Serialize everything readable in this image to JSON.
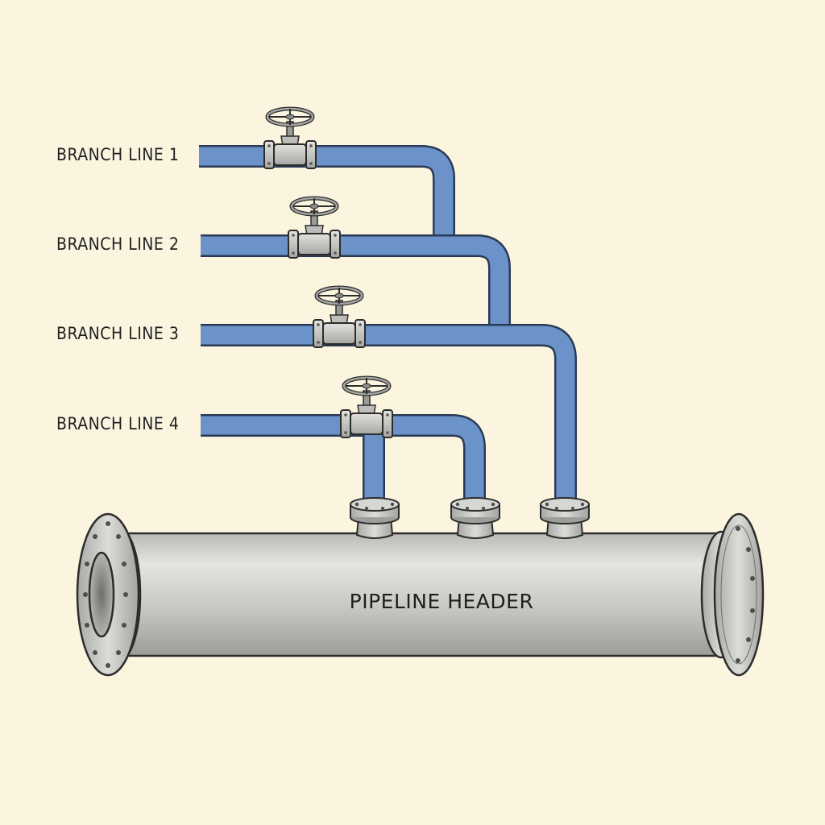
{
  "labels": {
    "branch_1": "BRANCH LINE 1",
    "branch_2": "BRANCH LINE 2",
    "branch_3": "BRANCH LINE 3",
    "branch_4": "BRANCH LINE 4",
    "header": "PIPELINE HEADER"
  },
  "colors": {
    "background": "#fbf5e0",
    "pipe_fill": "#6b93c9",
    "pipe_outline": "#2a3a55",
    "metal_fill": "#c9c9c6",
    "metal_dark": "#8f8f8c",
    "outline": "#2c2c2c"
  },
  "icons": {
    "valve": "gate-valve-icon",
    "flange": "pipe-flange-icon"
  }
}
